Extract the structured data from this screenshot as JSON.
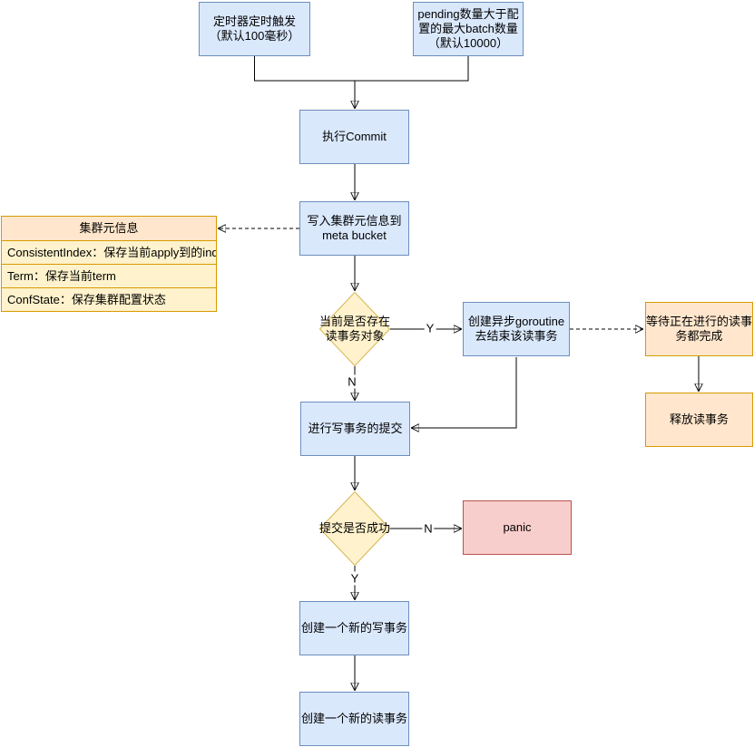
{
  "colors": {
    "blue_fill": "#dae8fc",
    "blue_stroke": "#6c8ebf",
    "yellow_fill": "#fff2cc",
    "yellow_stroke": "#d6b656",
    "orange_fill": "#ffe6cc",
    "orange_stroke": "#d79b00",
    "red_fill": "#f8cecc",
    "red_stroke": "#b85450",
    "edge_color": "#000000"
  },
  "nodes": {
    "timer": {
      "label": "定时器定时触发\n（默认100毫秒）"
    },
    "pending_batch": {
      "label": "pending数量大于配\n置的最大batch数量\n（默认10000）"
    },
    "exec_commit": {
      "label": "执行Commit"
    },
    "write_meta": {
      "label": "写入集群元信息到\nmeta bucket"
    },
    "has_read_txn": {
      "label": "当前是否存在\n读事务对象"
    },
    "create_goroutine": {
      "label": "创建异步goroutine\n去结束该读事务"
    },
    "wait_read_txn": {
      "label": "等待正在进行的读事\n务都完成"
    },
    "release_read_txn": {
      "label": "释放读事务"
    },
    "commit_write_txn": {
      "label": "进行写事务的提交"
    },
    "commit_success": {
      "label": "提交是否成功"
    },
    "panic": {
      "label": "panic"
    },
    "new_write_txn": {
      "label": "创建一个新的写事务"
    },
    "new_read_txn": {
      "label": "创建一个新的读事务"
    }
  },
  "meta_table": {
    "header": "集群元信息",
    "rows": [
      "ConsistentIndex：保存当前apply到的ind",
      "Term：保存当前term",
      "ConfState：保存集群配置状态"
    ]
  },
  "edge_labels": {
    "read_txn_yes": "Y",
    "read_txn_no": "N",
    "commit_no": "N",
    "commit_yes": "Y"
  }
}
